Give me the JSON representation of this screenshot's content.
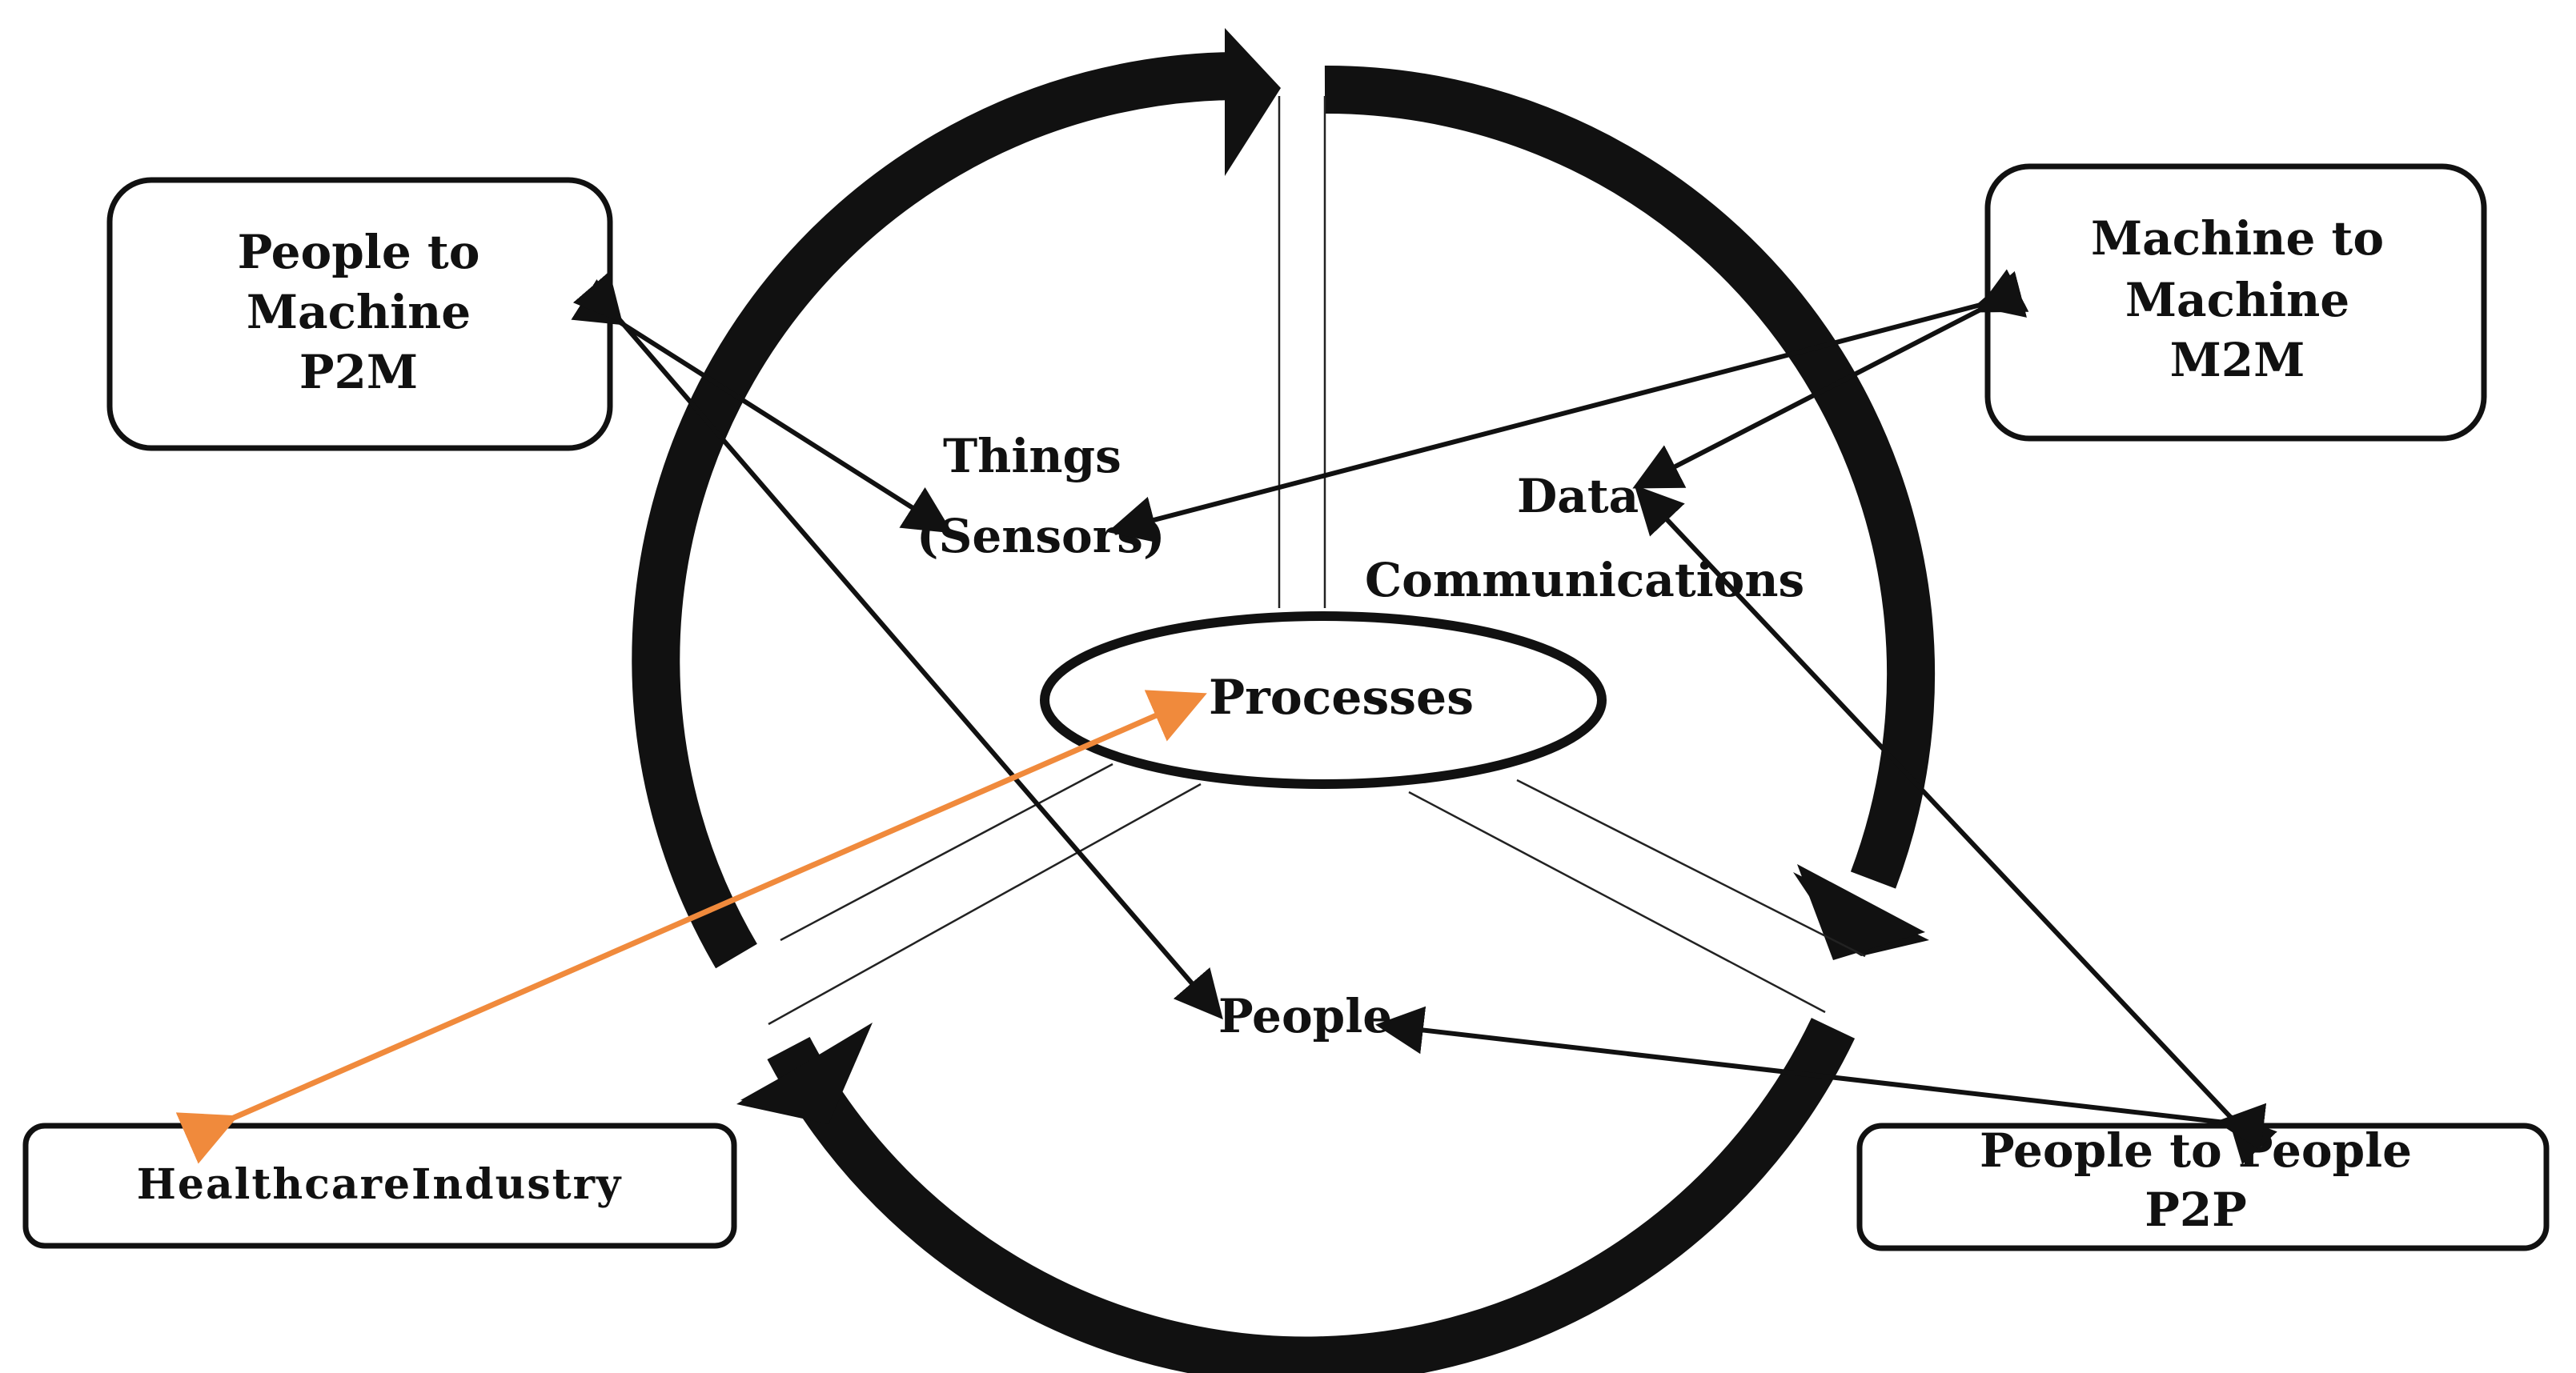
{
  "diagram": {
    "center": "Processes",
    "cycle_labels": {
      "things": [
        "Things",
        "(Sensors)"
      ],
      "data": [
        "Data",
        "Communications"
      ],
      "people": "People"
    },
    "boxes": {
      "p2m": [
        "People to",
        "Machine",
        "P2M"
      ],
      "m2m": [
        "Machine to",
        "Machine",
        "M2M"
      ],
      "p2p": [
        "People to People",
        "P2P"
      ],
      "healthcare": "HealthcareIndustry"
    },
    "colors": {
      "stroke": "#111111",
      "highlight_arrow": "#f08a3c",
      "background": "#ffffff"
    }
  }
}
